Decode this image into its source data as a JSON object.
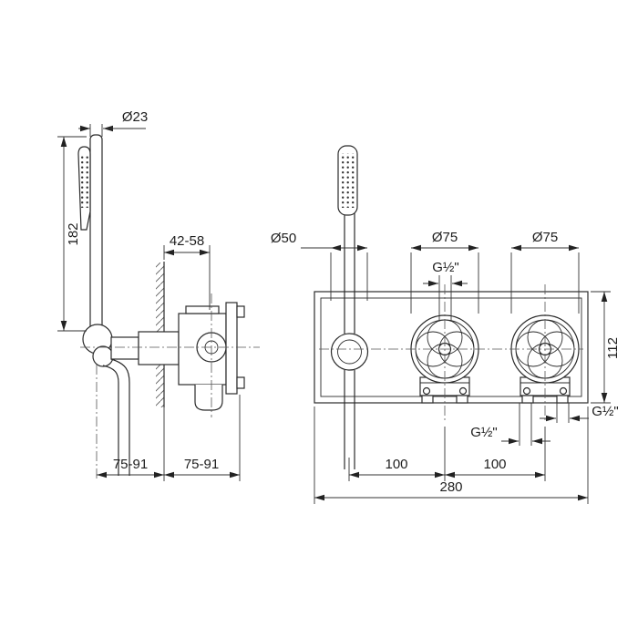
{
  "colors": {
    "line": "#2b2b2b",
    "background": "#ffffff"
  },
  "dims": {
    "side": {
      "dia23": "Ø23",
      "len182": "182",
      "depth": "42-58",
      "off1": "75-91",
      "off2": "75-91"
    },
    "front": {
      "dia50": "Ø50",
      "dia75a": "Ø75",
      "dia75b": "Ø75",
      "g12top": "G½\"",
      "h112": "112",
      "g12mid": "G½\"",
      "g12right": "G½\"",
      "s100a": "100",
      "s100b": "100",
      "w280": "280"
    }
  }
}
